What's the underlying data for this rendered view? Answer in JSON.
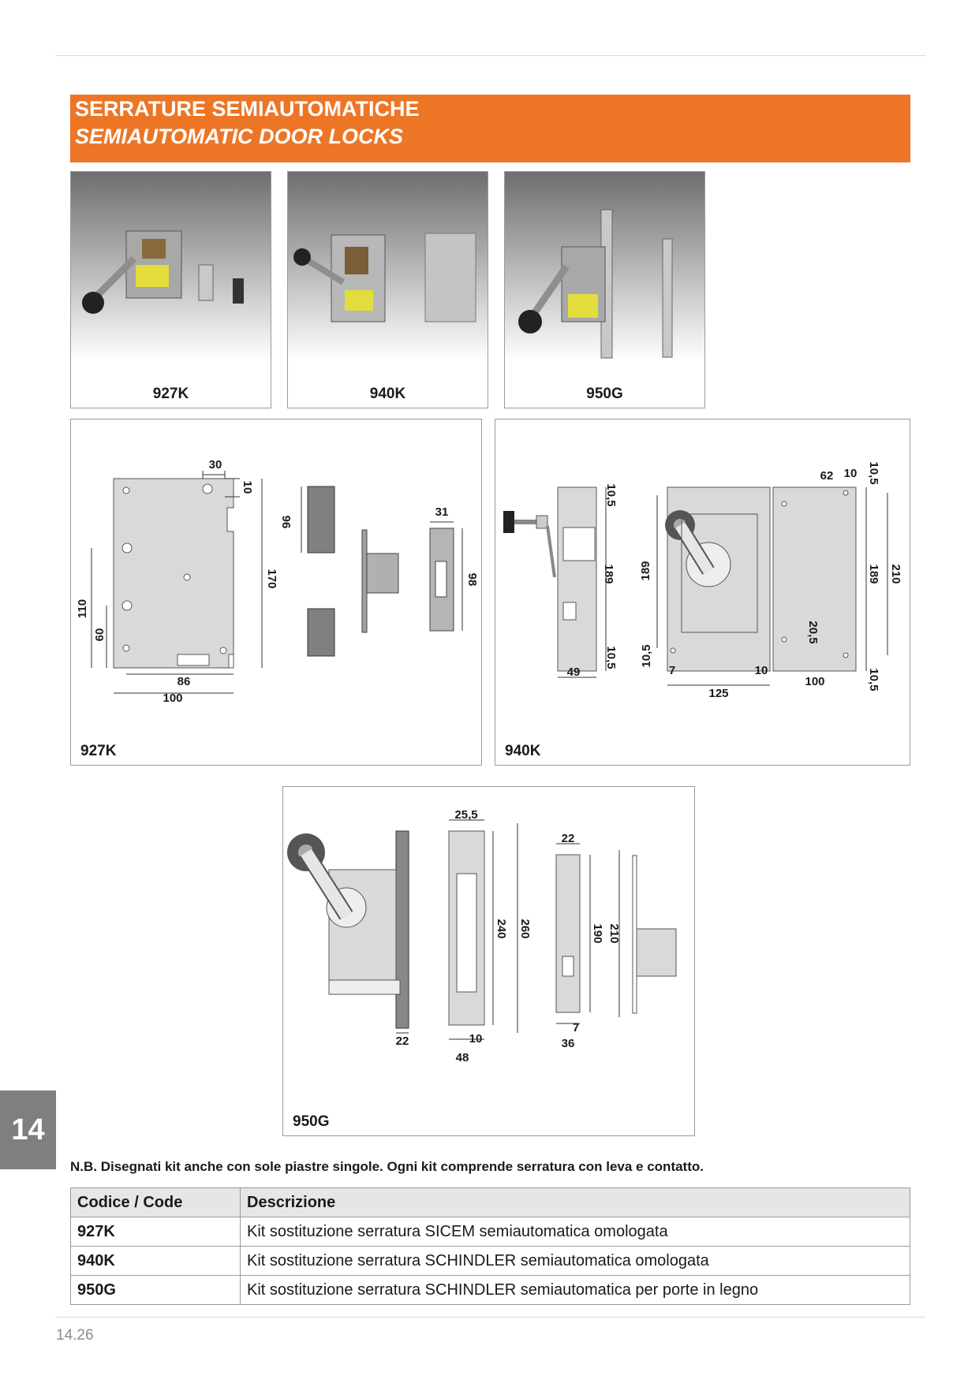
{
  "banner": {
    "title_it": "SERRATURE SEMIAUTOMATICHE",
    "title_en": "SEMIAUTOMATIC DOOR LOCKS",
    "color": "#ec7626"
  },
  "photos": [
    {
      "caption": "927K"
    },
    {
      "caption": "940K"
    },
    {
      "caption": "950G"
    }
  ],
  "drawings": {
    "d927k": {
      "caption": "927K",
      "dims": {
        "a": "30",
        "b": "10",
        "c": "96",
        "d": "31",
        "e": "98",
        "f": "170",
        "g": "110",
        "h": "60",
        "i": "86",
        "j": "100"
      }
    },
    "d940k": {
      "caption": "940K",
      "dims": {
        "a": "10,5",
        "b": "189",
        "c": "10,5",
        "d": "49",
        "e": "189",
        "f": "10,5",
        "g": "7",
        "h": "125",
        "i": "10",
        "j": "62",
        "k": "10",
        "l": "10,5",
        "m": "210",
        "n": "189",
        "o": "20,5",
        "p": "100",
        "q": "10,5"
      }
    },
    "d950g": {
      "caption": "950G",
      "dims": {
        "a": "25,5",
        "b": "240",
        "c": "260",
        "d": "22",
        "e": "10",
        "f": "48",
        "g": "22",
        "h": "190",
        "i": "210",
        "j": "7",
        "k": "36"
      }
    }
  },
  "side_tab": "14",
  "note": "N.B. Disegnati kit anche con sole piastre singole. Ogni kit comprende serratura con leva e contatto.",
  "table": {
    "headers": [
      "Codice / Code",
      "Descrizione"
    ],
    "rows": [
      {
        "code": "927K",
        "description": "Kit sostituzione serratura SICEM semiautomatica omologata"
      },
      {
        "code": "940K",
        "description": "Kit sostituzione serratura SCHINDLER semiautomatica omologata"
      },
      {
        "code": "950G",
        "description": "Kit sostituzione serratura SCHINDLER semiautomatica per porte in legno"
      }
    ]
  },
  "page_number": "14.26"
}
